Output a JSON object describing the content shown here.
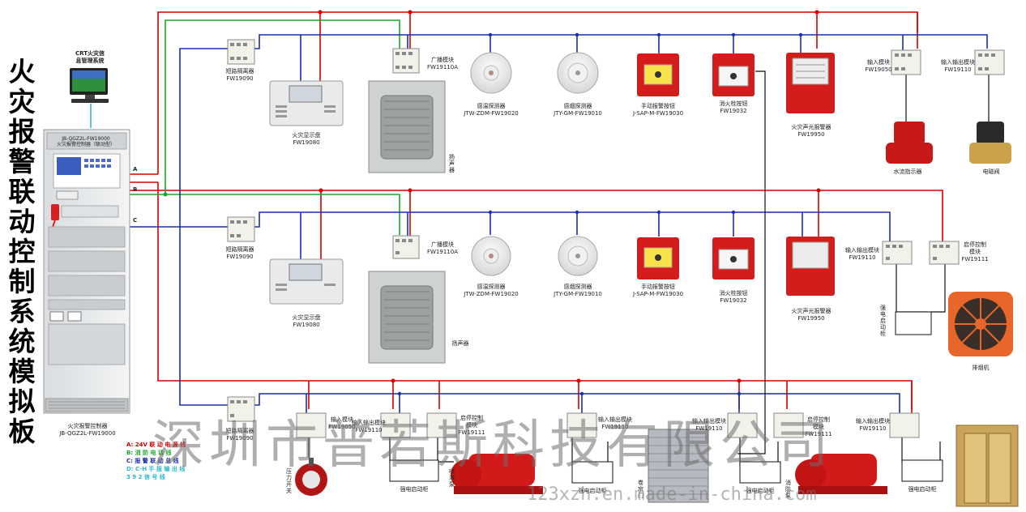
{
  "title_chars": [
    "火",
    "灾",
    "报",
    "警",
    "联",
    "动",
    "控",
    "制",
    "系",
    "统",
    "模",
    "拟",
    "板"
  ],
  "colors": {
    "bus_red": "#d40000",
    "bus_blue": "#1c2fa8",
    "bus_green": "#1aa62a",
    "bus_cyan": "#2bb7c9"
  },
  "crt": {
    "label_line1": "CRT火灾信",
    "label_line2": "息管理系统"
  },
  "cabinet": {
    "label": "火灾报警控制器",
    "model": "JB-QGZ2L-FW19000",
    "panel_line1": "JB-QGZ2L-FW19000",
    "panel_line2": "火灾报警控制器（联动型）"
  },
  "bus_letters": {
    "a": "A",
    "b": "B",
    "c": "C"
  },
  "legend": [
    {
      "text": "A:  24V 联 动 电 源 线",
      "color": "#d40000"
    },
    {
      "text": "B:  消 防 电 话 线",
      "color": "#1aa62a"
    },
    {
      "text": "C:  报 警 联 动 总 线",
      "color": "#1c2fa8"
    },
    {
      "text": "D:  C-H 手 报 输 出 线",
      "color": "#2bb7c9"
    },
    {
      "text": "     3  9  2  信 号 线",
      "color": "#2bb7c9"
    }
  ],
  "row1": {
    "isolator": {
      "name": "短路隔离器",
      "model": "FW19090"
    },
    "display": {
      "name": "火灾显示盘",
      "model": "FW19080"
    },
    "broadcast": {
      "name": "广播模块",
      "model": "FW19110A"
    },
    "speaker": {
      "name": "扬声器"
    },
    "heat": {
      "name": "感温探测器",
      "model": "JTW-ZDM-FW19020"
    },
    "smoke": {
      "name": "感烟探测器",
      "model": "JTY-GM-FW19010"
    },
    "manual": {
      "name": "手动报警按钮",
      "model": "J-SAP-M-FW19030"
    },
    "hydrant": {
      "name": "消火栓按钮",
      "model": "FW19032"
    },
    "alarm": {
      "name": "火灾声光报警器",
      "model": "FW19950"
    },
    "input_module": {
      "name": "输入模块",
      "model": "FW19050"
    },
    "io_module": {
      "name": "输入输出模块",
      "model": "FW19110"
    },
    "flow": {
      "name": "水流指示器"
    },
    "valve": {
      "name": "电磁阀"
    }
  },
  "row2": {
    "isolator": {
      "name": "短路隔离器",
      "model": "FW19090"
    },
    "display": {
      "name": "火灾显示盘",
      "model": "FW19080"
    },
    "broadcast": {
      "name": "广播模块",
      "model": "FW19110A"
    },
    "speaker": {
      "name": "扬声器"
    },
    "heat": {
      "name": "感温探测器",
      "model": "JTW-ZDM-FW19020"
    },
    "smoke": {
      "name": "感烟探测器",
      "model": "JTY-GM-FW19010"
    },
    "manual": {
      "name": "手动报警按钮",
      "model": "J-SAP-M-FW19030"
    },
    "hydrant": {
      "name": "消火栓按钮",
      "model": "FW19032"
    },
    "alarm": {
      "name": "火灾声光报警器",
      "model": "FW19950"
    },
    "io_module": {
      "name": "输入输出模块",
      "model": "FW19110"
    },
    "ss_module": {
      "name": "启停控制",
      "name2": "模块",
      "model": "FW19111"
    },
    "cabinet": {
      "name": "强电启动柜"
    },
    "fan": {
      "name": "排烟机"
    }
  },
  "row3": {
    "isolator": {
      "name": "短路隔离器",
      "model": "FW19090"
    },
    "input_module": {
      "name": "输入模块",
      "model": "FW19050"
    },
    "io_module_1": {
      "name": "输入输出模块",
      "model": "FW19110"
    },
    "ss_module_1": {
      "name": "启停控制",
      "name2": "模块",
      "model": "FW19111"
    },
    "pressure_switch": {
      "name": "压力开关"
    },
    "cabinet_1": {
      "name": "强电启动柜"
    },
    "pump_1": {
      "name": "喷淋泵"
    },
    "io_module_2": {
      "name": "输入输出模块",
      "model": "FW19110"
    },
    "cabinet_2": {
      "name": "强电启动柜"
    },
    "shutter": {
      "name": "卷帘门"
    },
    "io_module_3": {
      "name": "输入输出模块",
      "model": "FW19110"
    },
    "ss_module_2": {
      "name": "启停控制",
      "name2": "模块",
      "model": "FW19111"
    },
    "cabinet_3": {
      "name": "强电启动柜"
    },
    "pump_2": {
      "name": "消防泵"
    },
    "io_module_4": {
      "name": "输入输出模块",
      "model": "FW19110"
    },
    "cabinet_4": {
      "name": "强电启动柜"
    }
  },
  "watermark": {
    "company": "深圳市普若斯科技有限公司",
    "site": "123xzh.en.made-in-china.com"
  }
}
